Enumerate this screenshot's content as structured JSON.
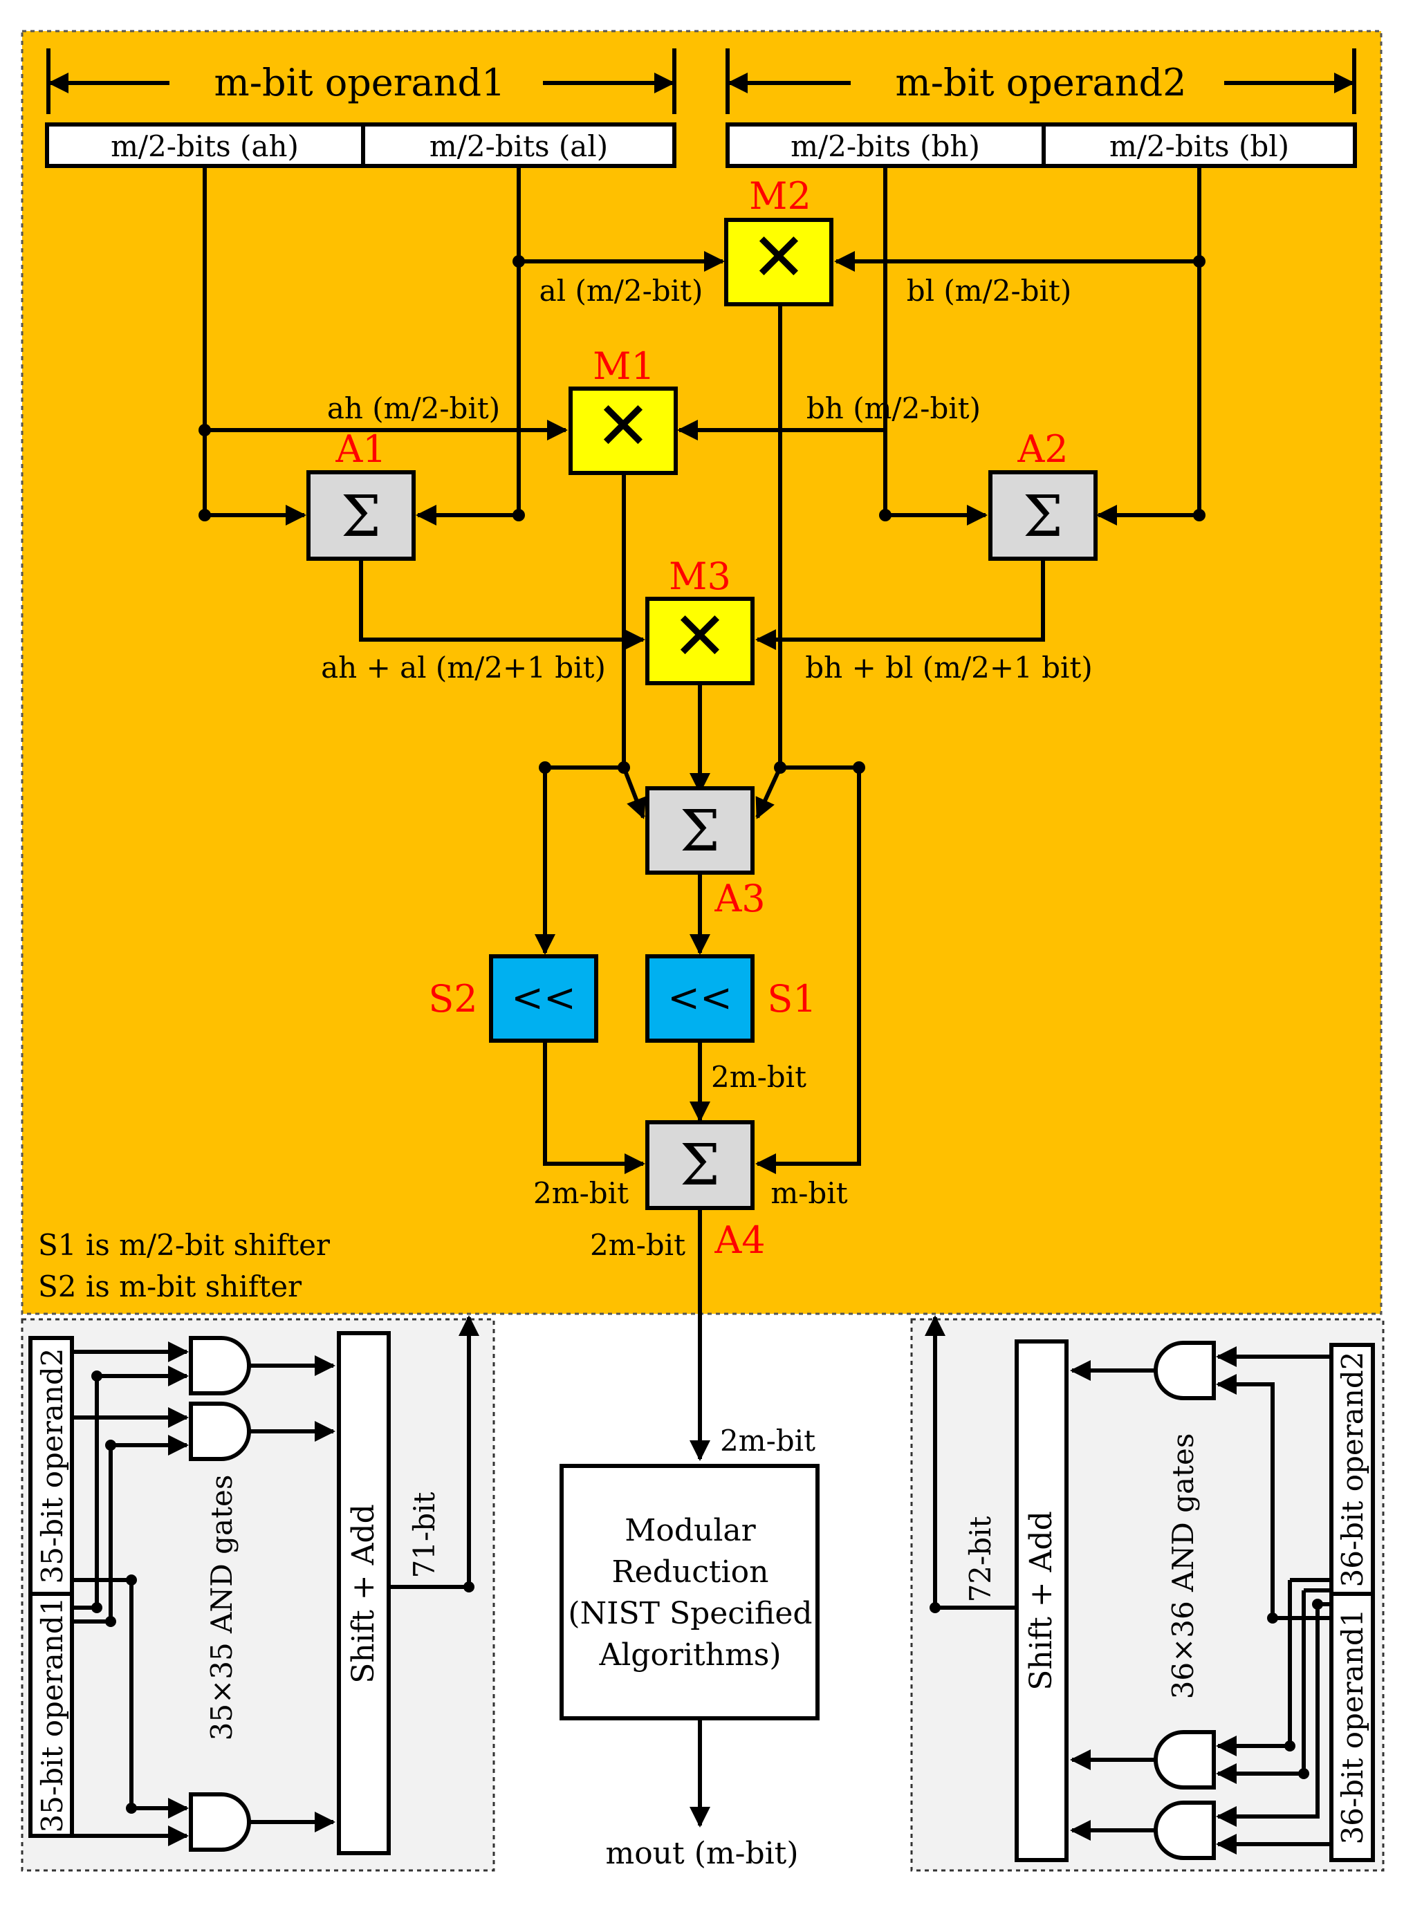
{
  "top": {
    "operand1": "m-bit operand1",
    "operand2": "m-bit operand2",
    "ah_field": "m/2-bits (ah)",
    "al_field": "m/2-bits (al)",
    "bh_field": "m/2-bits (bh)",
    "bl_field": "m/2-bits (bl)",
    "al_wire": "al (m/2-bit)",
    "bl_wire": "bl (m/2-bit)",
    "ah_wire": "ah (m/2-bit)",
    "bh_wire": "bh (m/2-bit)",
    "sum_a_wire": "ah + al (m/2+1 bit)",
    "sum_b_wire": "bh + bl (m/2+1 bit)",
    "w_2m_s1": "2m-bit",
    "w_2m_s2": "2m-bit",
    "w_m": "m-bit",
    "w_2m_out": "2m-bit",
    "note1": "S1 is m/2-bit shifter",
    "note2": "S2 is m-bit shifter"
  },
  "blocks": {
    "M1": "M1",
    "M2": "M2",
    "M3": "M3",
    "A1": "A1",
    "A2": "A2",
    "A3": "A3",
    "A4": "A4",
    "S1": "S1",
    "S2": "S2",
    "mult_symbol": "✕",
    "sum_symbol": "Σ",
    "shift_symbol": "<<"
  },
  "left_unit": {
    "operand2": "35-bit operand2",
    "operand1": "35-bit operand1",
    "gates": "35×35 AND gates",
    "shift_add": "Shift + Add",
    "width": "71-bit"
  },
  "right_unit": {
    "operand2": "36-bit operand2",
    "operand1": "36-bit operand1",
    "gates": "36×36 AND gates",
    "shift_add": "Shift + Add",
    "width": "72-bit"
  },
  "bottom": {
    "in_width": "2m-bit",
    "reduction_line1": "Modular",
    "reduction_line2": "Reduction",
    "reduction_line3": "(NIST Specified",
    "reduction_line4": "Algorithms)",
    "output": "mout (m-bit)"
  },
  "colors": {
    "background_top": "#ffc000",
    "multiplier": "#ffff00",
    "adder": "#d9d9d9",
    "shifter": "#00b0f0",
    "side_panel": "#f2f2f2",
    "label_red": "#ff0000"
  }
}
